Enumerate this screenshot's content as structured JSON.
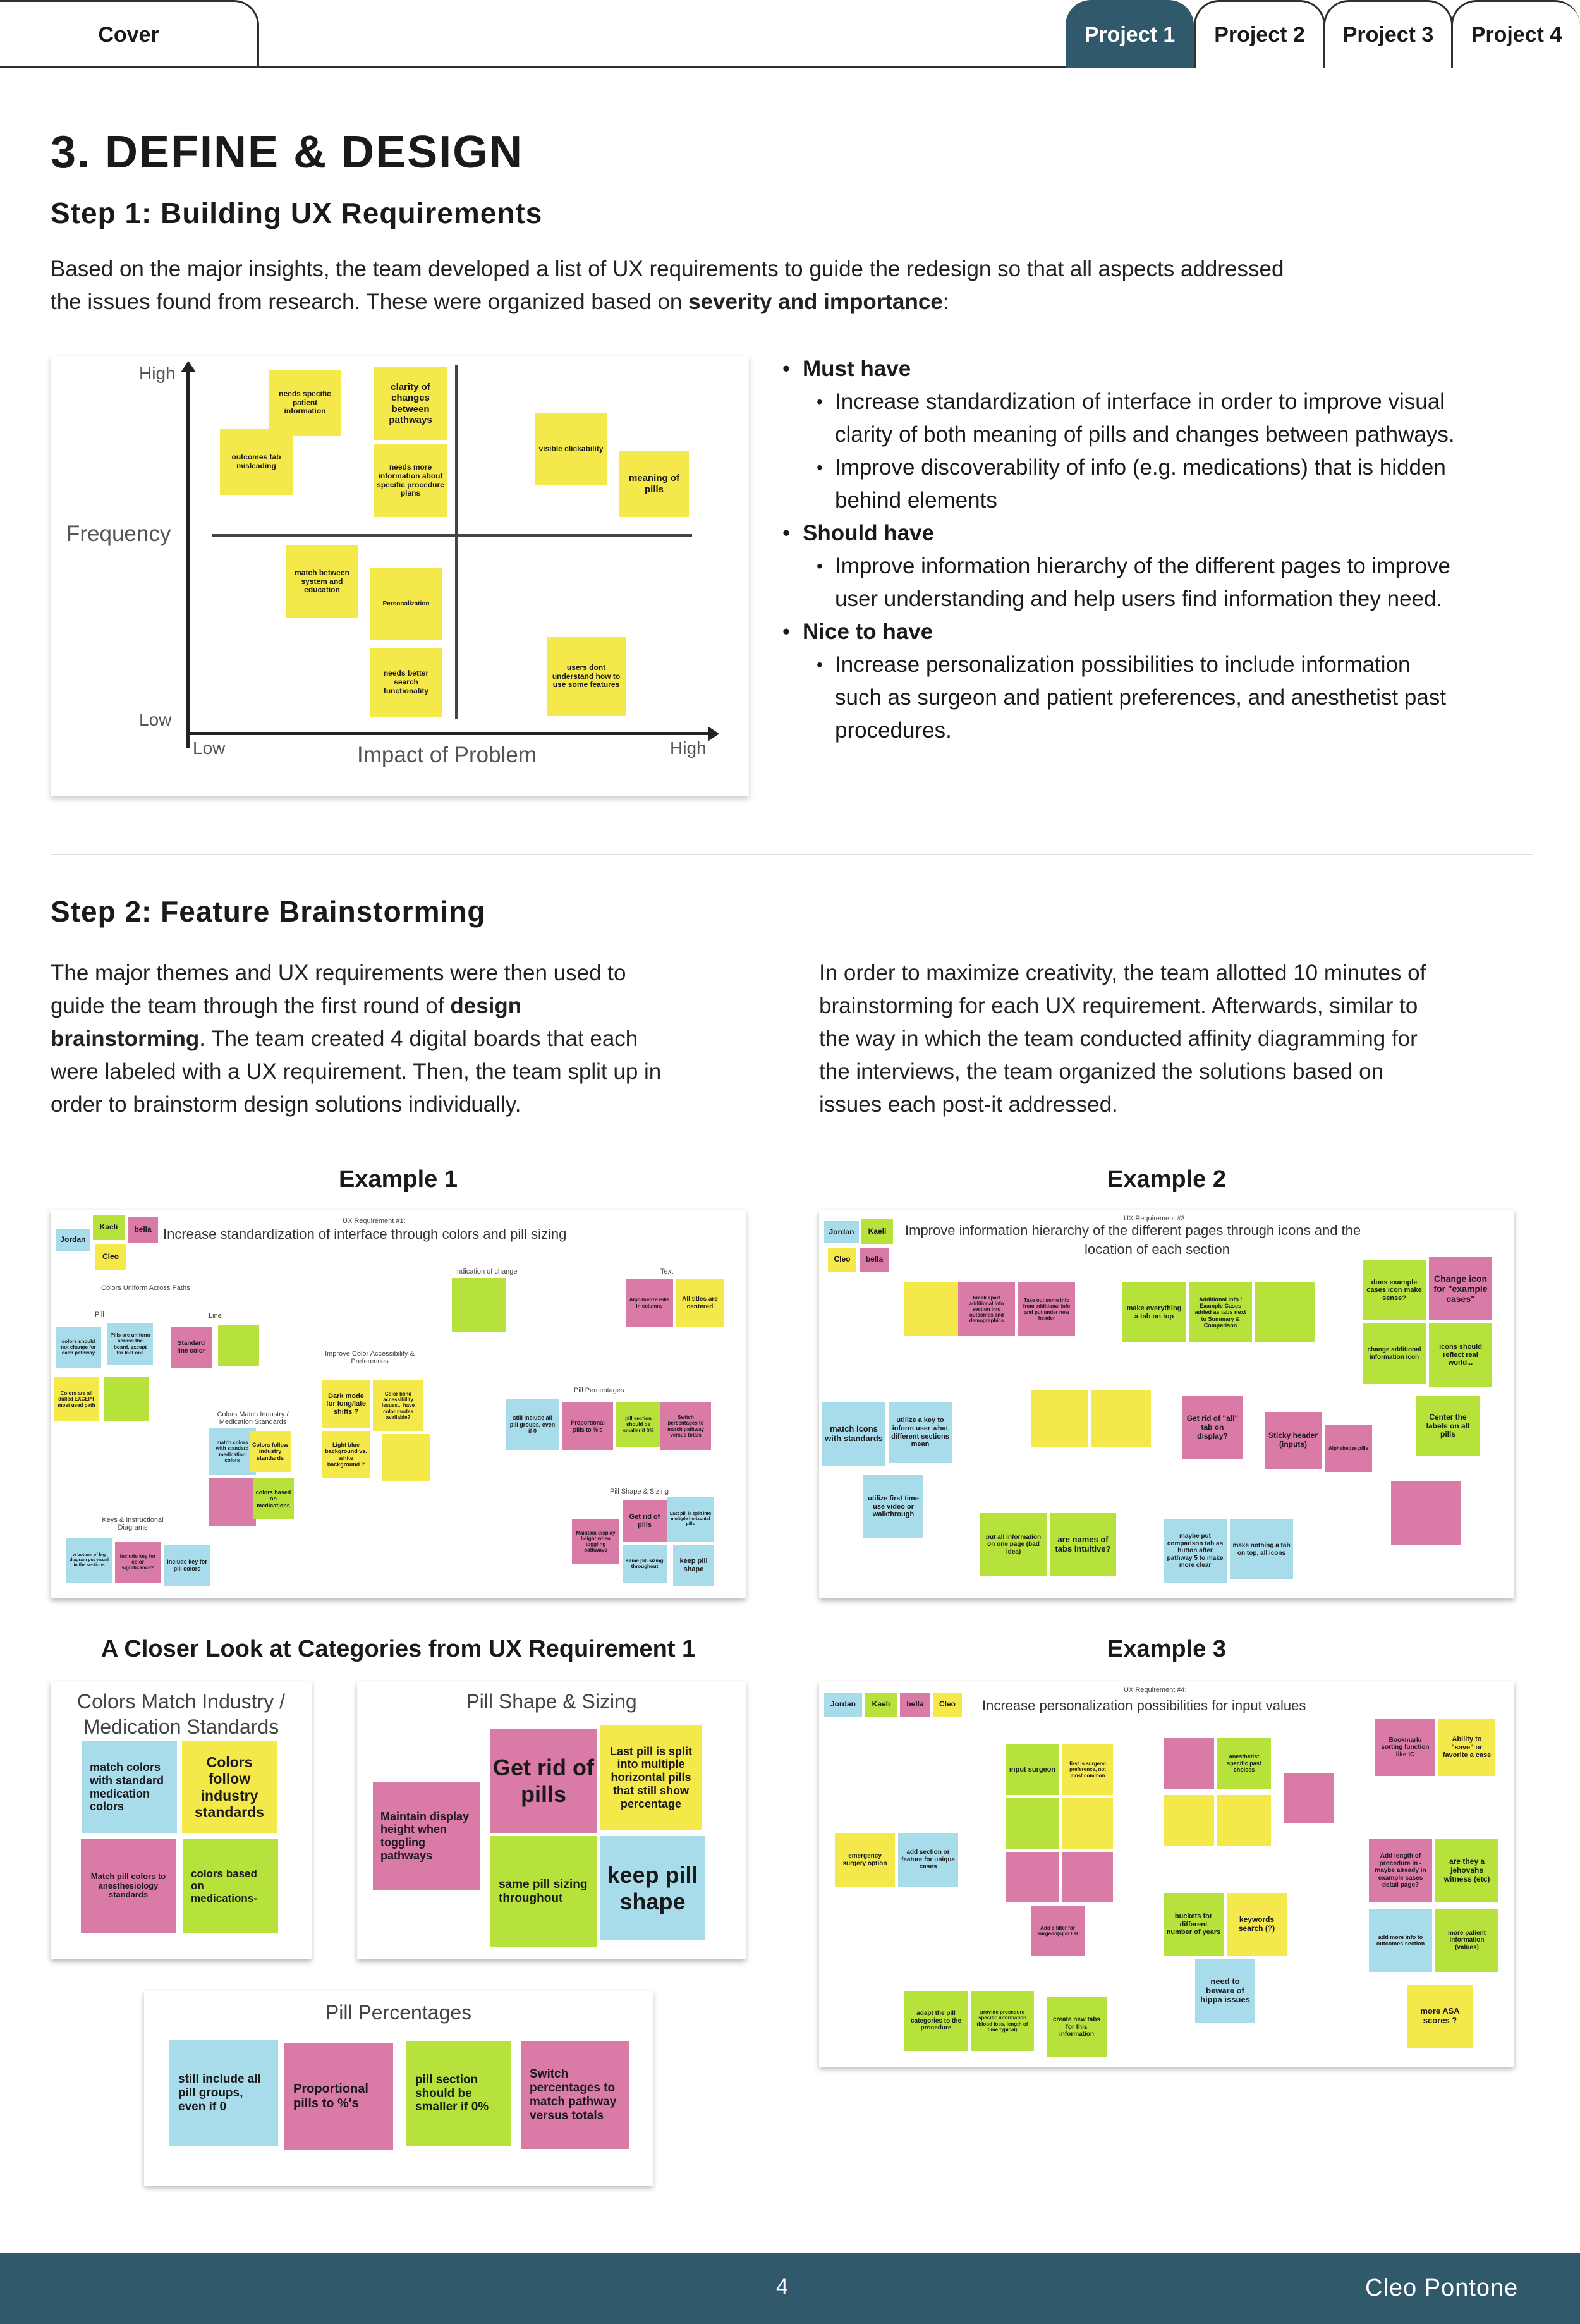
{
  "tabs": {
    "cover": "Cover",
    "p1": "Project 1",
    "p2": "Project 2",
    "p3": "Project 3",
    "p4": "Project 4"
  },
  "title": "3. DEFINE & DESIGN",
  "step1": {
    "heading": "Step 1: Building UX Requirements",
    "intro_a": "Based on the major insights, the team developed a list of UX requirements to guide the redesign so that all aspects addressed",
    "intro_b": "the issues found from research. These were organized based on ",
    "intro_bold": "severity and importance",
    "intro_end": ":",
    "must": "Must have",
    "must1a": "Increase standardization of interface in order to improve visual",
    "must1b": "clarity of both meaning of pills and changes between pathways.",
    "must2a": "Improve discoverability of info (e.g. medications) that is hidden",
    "must2b": "behind elements",
    "should": "Should have",
    "should1a": "Improve information hierarchy of the different pages to improve",
    "should1b": "user understanding and help users find information they need.",
    "nice": "Nice to have",
    "nice1a": "Increase personalization possibilities to include information",
    "nice1b": "such as surgeon and patient preferences, and anesthetist past",
    "nice1c": "procedures."
  },
  "matrix": {
    "high": "High",
    "low": "Low",
    "freq": "Frequency",
    "xlow": "Low",
    "xhigh": "High",
    "impact": "Impact of Problem",
    "n1": "needs specific patient information",
    "n2": "clarity of changes between pathways",
    "n3": "outcomes tab misleading",
    "n4": "needs more information about specific procedure plans",
    "n5": "visible clickability",
    "n6": "meaning of pills",
    "n7": "match between system and education",
    "n8": "Personalization",
    "n9": "needs better search functionality",
    "n10": "users dont understand how to use some features"
  },
  "step2": {
    "heading": "Step 2: Feature Brainstorming",
    "l1": "The major themes and UX requirements were then used to",
    "l2a": "guide the team through the first round of ",
    "l2b": "design",
    "l3a": "brainstorming",
    "l3b": ". The team created 4 digital boards that each",
    "l4": "were labeled with a UX requirement. Then, the team split up in",
    "l5": "order to brainstorm design solutions individually.",
    "r1": "In order to maximize creativity, the team allotted 10 minutes of",
    "r2": "brainstorming for each UX requirement. Afterwards, similar to",
    "r3": "the way in which the team conducted affinity diagramming for",
    "r4": "the interviews, the team organized the solutions based on",
    "r5": "issues each post-it addressed."
  },
  "ex1": {
    "label": "Example 1",
    "req": "UX Requirement #1:",
    "title": "Increase standardization of interface through colors and pill sizing",
    "jordan": "Jordan",
    "kaeli": "Kaeli",
    "bella": "bella",
    "cleo": "Cleo",
    "cu": "Colors Uniform Across Paths",
    "pill": "Pill",
    "line": "Line",
    "ic": "Indication of change",
    "text": "Text",
    "ica": "Improve Color Accessibility & Preferences",
    "cm": "Colors Match Industry / Medication Standards",
    "pp": "Pill Percentages",
    "ps": "Pill Shape & Sizing",
    "ki": "Keys & Instructional Diagrams",
    "a": "colors should not change for each pathway",
    "b": "Pills are uniform across the board, except for last one",
    "c": "Standard line color",
    "d": "Colors are all dulled EXCEPT most used path",
    "e": "Dark mode for long/late shifts ?",
    "f": "Color blind accessibility issues... have color modes available?",
    "g": "Light blue background vs. white background ?",
    "h": "match colors with standard medication colors",
    "i": "Colors follow industry standards",
    "j": "colors based on medications",
    "k": "Alphabetize Pills in columns",
    "l": "All titles are centered",
    "m": "still include all pill groups, even if 0",
    "n": "Proportional pills to %'s",
    "o": "pill section should be smaller if 0%",
    "p": "Switch percentages to match pathway versus totals",
    "q": "Get rid of pills",
    "r": "Last pill is split into multiple horizontal pills",
    "s": "Maintain display height when toggling pathways",
    "t": "same pill sizing throughout",
    "u": "keep pill shape",
    "v": "w bottom of big diagram put visual in the sections",
    "w": "include key for color significance?",
    "x": "include key for pill colors"
  },
  "ex2": {
    "label": "Example 2",
    "req": "UX Requirement #3:",
    "title1": "Improve information hierarchy of the different pages through icons and the",
    "title2": "location of each section",
    "jordan": "Jordan",
    "kaeli": "Kaeli",
    "cleo": "Cleo",
    "bella": "bella",
    "a": "break apart additional info section into outcomes and demographics",
    "b": "Take out some info from additional info and put under new header",
    "c": "make everything a tab on top",
    "d": "Additional Info / Example Cases added as tabs next to Summary & Comparison",
    "e": "does example cases icon make sense?",
    "f": "Change icon for \"example cases\"",
    "g": "change additional information icon",
    "h": "icons should reflect real world...",
    "i": "match icons with standards",
    "j": "utilize a key to inform user what different sections mean",
    "k": "Get rid of \"all\" tab on display?",
    "l": "Sticky header (inputs)",
    "m": "Center the labels on all pills",
    "n": "utilize first time use video or walkthrough",
    "o": "put all information on one page (bad idea)",
    "p": "are names of tabs intuitive?",
    "q": "maybe put comparison tab as button after pathway 5 to make more clear",
    "r": "make nothing a tab on top, all icons",
    "s": "Alphabetize pills"
  },
  "ex3": {
    "label": "Example 3",
    "req": "UX Requirement #4:",
    "title": "Increase personalization possibilities for input values",
    "jordan": "Jordan",
    "kaeli": "Kaeli",
    "bella": "bella",
    "cleo": "Cleo",
    "a": "input surgeon",
    "b": "first is surgeon preference, not most common",
    "c": "anesthetist specific past choices",
    "d": "Bookmark/ sorting function like IC",
    "e": "Ability to \"save\" or favorite a case",
    "f": "emergency surgery option",
    "g": "add section or feature for unique cases",
    "h": "Add length of procedure in - maybe already in example cases detail page?",
    "i": "are they a jehovahs witness (etc)",
    "j": "buckets for different number of years",
    "k": "keywords search (?)",
    "l": "need to beware of hippa issues",
    "m": "add more info to outcomes section",
    "n": "more patient information (values)",
    "o": "adapt the pill categories to the procedure",
    "p": "provide procedure specific information (blood loss, length of time typical)",
    "q": "create new tabs for this information",
    "r": "more ASA scores ?",
    "s": "Add a filter for surgeon(s) in list"
  },
  "closer": {
    "heading": "A Closer Look at Categories from UX Requirement 1",
    "cm_title1": "Colors Match Industry /",
    "cm_title2": "Medication Standards",
    "cm1": "match colors with standard medication colors",
    "cm2": "Colors follow industry standards",
    "cm3": "Match pill colors to anesthesiology standards",
    "cm4": "colors based on medications-",
    "ps_title": "Pill Shape & Sizing",
    "ps1": "Get rid of pills",
    "ps2": "Last pill is split into multiple horizontal pills that still show percentage",
    "ps3": "Maintain display height when toggling pathways",
    "ps4": "same pill sizing throughout",
    "ps5": "keep pill shape",
    "pp_title": "Pill Percentages",
    "pp1": "still include all pill groups, even if 0",
    "pp2": "Proportional pills to %'s",
    "pp3": "pill section should be smaller if 0%",
    "pp4": "Switch percentages to match pathway versus totals"
  },
  "footer": {
    "page": "4",
    "author": "Cleo Pontone"
  }
}
